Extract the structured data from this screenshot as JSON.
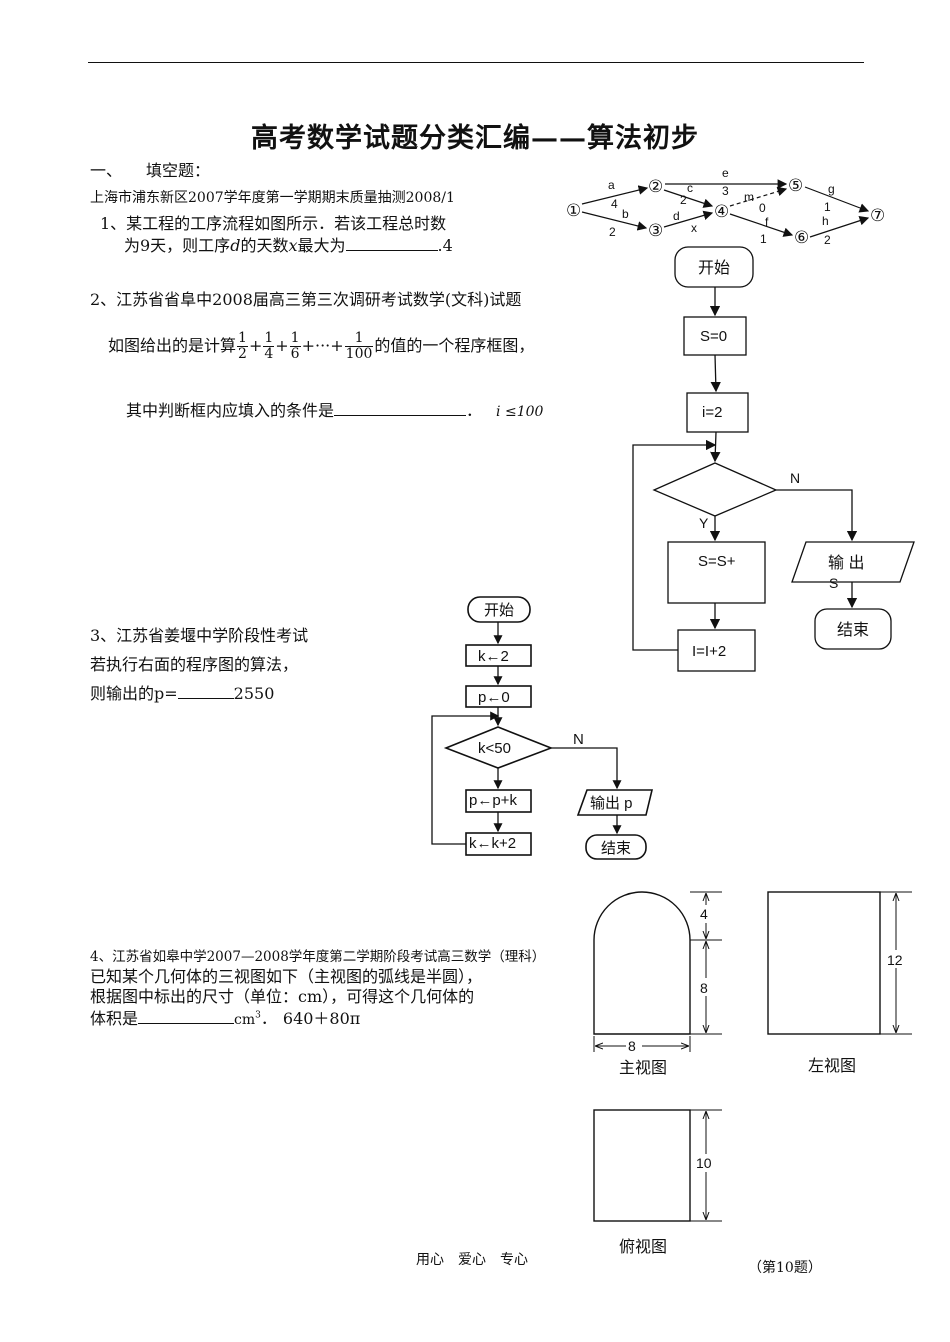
{
  "title": "高考数学试题分类汇编——算法初步",
  "section": "一、　　填空题：",
  "q1": {
    "source": "上海市浦东新区2007学年度第一学期期末质量抽测2008/1",
    "line1": "1、某工程的工序流程如图所示．若该工程总时数",
    "line2_a": "为9天，则工序",
    "line2_var_d": "d",
    "line2_b": "的天数",
    "line2_var_x": "x",
    "line2_c": "最大为",
    "answer": ".4",
    "network": {
      "nodes": [
        "①",
        "②",
        "③",
        "④",
        "⑤",
        "⑥",
        "⑦"
      ],
      "labels": [
        "a",
        "4",
        "b",
        "2",
        "c",
        "2",
        "d",
        "x",
        "e",
        "3",
        "m",
        "0",
        "f",
        "1",
        "g",
        "1",
        "h",
        "2"
      ]
    }
  },
  "q2": {
    "source": "2、江苏省省阜中2008届高三第三次调研考试数学(文科)试题",
    "line1_a": "如图给出的是计算",
    "fractions": [
      {
        "num": "1",
        "den": "2"
      },
      {
        "num": "1",
        "den": "4"
      },
      {
        "num": "1",
        "den": "6"
      },
      {
        "num": "1",
        "den": "100"
      }
    ],
    "plus": "+",
    "ellipsis": "+···+",
    "line1_b": "的值的一个程序框图，",
    "line2": "其中判断框内应填入的条件是",
    "line2_end": "．",
    "answer": "i ≤100",
    "flow": {
      "start": "开始",
      "init_s": "S=0",
      "init_i": "i=2",
      "yes": "Y",
      "no": "N",
      "update": "S=S+",
      "output_a": "输  出",
      "output_b": "S",
      "end": "结束",
      "incr": "I=I+2"
    }
  },
  "q3": {
    "line1": "3、江苏省姜堰中学阶段性考试",
    "line2": "若执行右面的程序图的算法，",
    "line3": "则输出的p=",
    "answer": "2550",
    "flow": {
      "start": "开始",
      "init_k": "k←2",
      "init_p": "p←0",
      "cond": "k<50",
      "no": "N",
      "update_p": "p←p+k",
      "update_k": "k←k+2",
      "output": "输出 p",
      "end": "结束"
    }
  },
  "q4": {
    "source": "4、江苏省如皋中学2007—2008学年度第二学期阶段考试高三数学（理科）",
    "line1": "已知某个几何体的三视图如下（主视图的弧线是半圆），",
    "line2": "根据图中标出的尺寸（单位：cm），可得这个几何体的",
    "line3_a": "体积是",
    "line3_unit": "cm",
    "line3_exp": "3",
    "line3_b": "．",
    "answer": "640＋80π",
    "views": {
      "front": "主视图",
      "side": "左视图",
      "top": "俯视图",
      "dim_4": "4",
      "dim_8_v": "8",
      "dim_8_h": "8",
      "dim_12": "12",
      "dim_10": "10"
    }
  },
  "footer": {
    "motto": "用心　爱心　专心",
    "note": "（第10题）"
  }
}
